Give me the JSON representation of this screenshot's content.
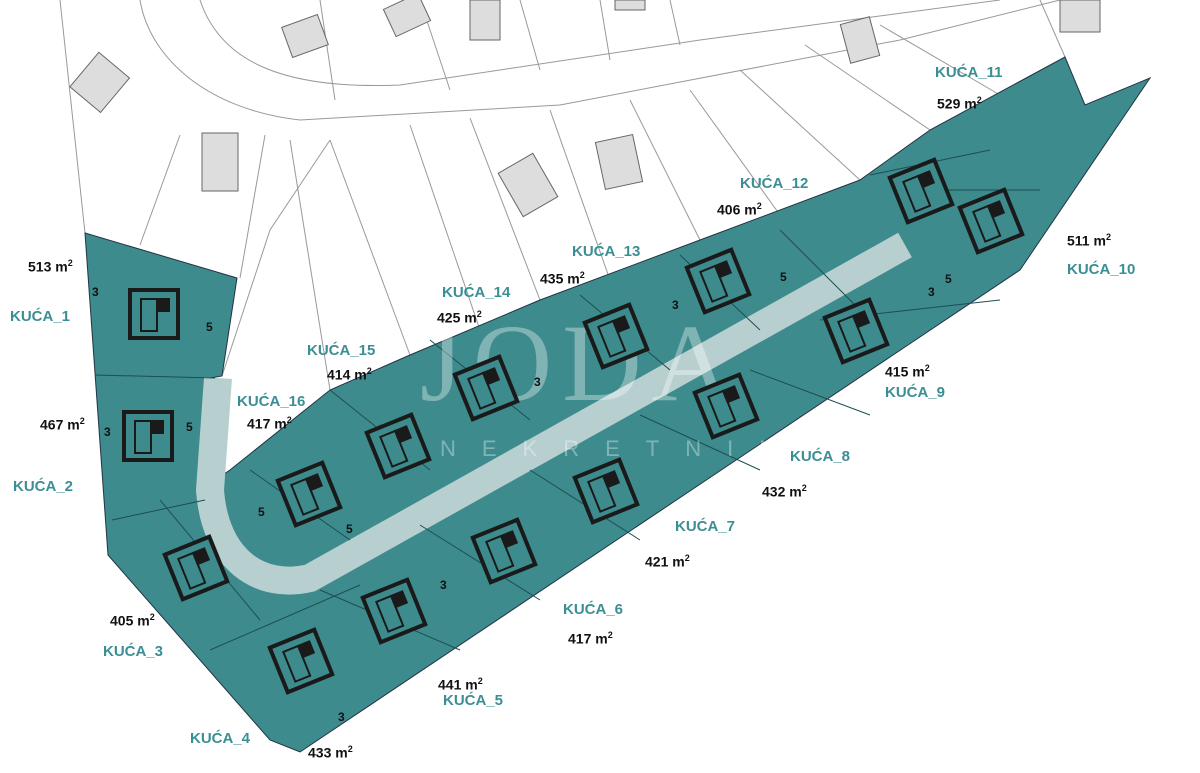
{
  "plots": [
    {
      "name": "KUĆA_1",
      "area": "513 m"
    },
    {
      "name": "KUĆA_2",
      "area": "467 m"
    },
    {
      "name": "KUĆA_3",
      "area": "405 m"
    },
    {
      "name": "KUĆA_4",
      "area": "433 m"
    },
    {
      "name": "KUĆA_5",
      "area": "441 m"
    },
    {
      "name": "KUĆA_6",
      "area": "417 m"
    },
    {
      "name": "KUĆA_7",
      "area": "421 m"
    },
    {
      "name": "KUĆA_8",
      "area": "432 m"
    },
    {
      "name": "KUĆA_9",
      "area": "415 m"
    },
    {
      "name": "KUĆA_10",
      "area": "511 m"
    },
    {
      "name": "KUĆA_11",
      "area": "529 m"
    },
    {
      "name": "KUĆA_12",
      "area": "406 m"
    },
    {
      "name": "KUĆA_13",
      "area": "435 m"
    },
    {
      "name": "KUĆA_14",
      "area": "425 m"
    },
    {
      "name": "KUĆA_15",
      "area": "414 m"
    },
    {
      "name": "KUĆA_16",
      "area": "417 m"
    }
  ],
  "area_unit_exp": "2",
  "setbacks": {
    "three": "3",
    "five": "5"
  },
  "watermark": {
    "logo": "JODA",
    "sub": "NEKRETNINE"
  },
  "colors": {
    "plot_fill": "#3d8b8d",
    "road": "#b8cfd0",
    "label": "#3b8f94"
  }
}
